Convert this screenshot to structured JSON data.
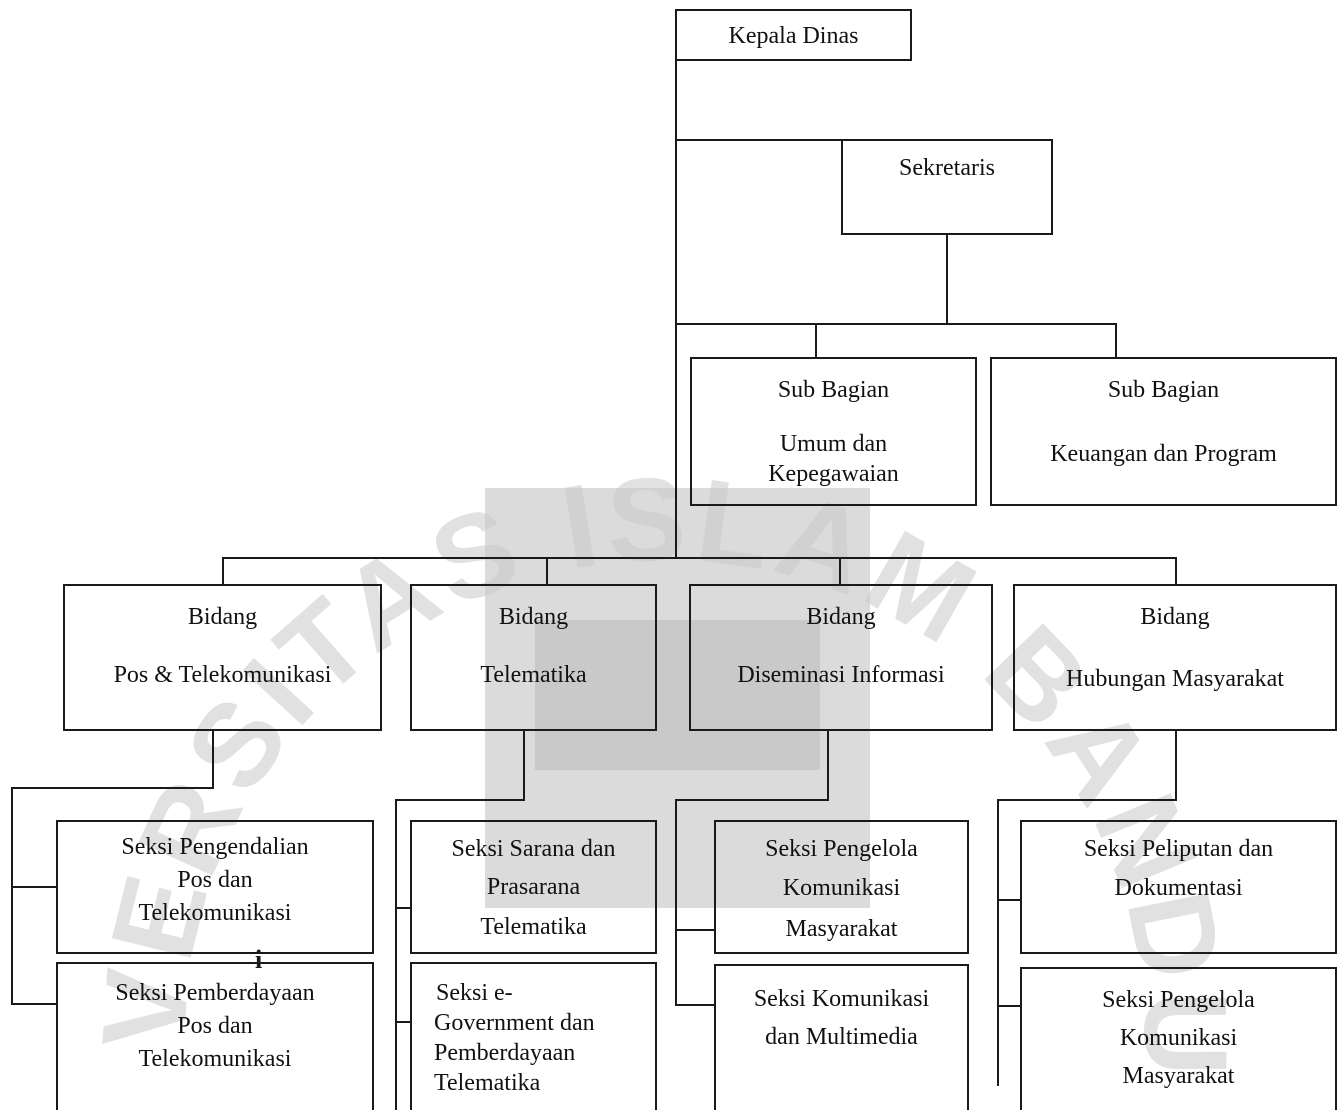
{
  "chart": {
    "head": "Kepala Dinas",
    "secretary": "Sekretaris",
    "sub_bagian": [
      {
        "title": "Sub Bagian",
        "lines": [
          "Umum dan",
          "Kepegawaian"
        ]
      },
      {
        "title": "Sub Bagian",
        "lines": [
          "Keuangan dan Program"
        ]
      }
    ],
    "bidang": [
      {
        "title": "Bidang",
        "name": "Pos & Telekomunikasi",
        "seksi": [
          {
            "lines": [
              "Seksi Pengendalian",
              "Pos dan",
              "Telekomunikasi"
            ]
          },
          {
            "lines": [
              "Seksi Pemberdayaan",
              "Pos dan",
              "Telekomunikasi"
            ]
          }
        ]
      },
      {
        "title": "Bidang",
        "name": "Telematika",
        "seksi": [
          {
            "lines": [
              "Seksi Sarana dan",
              "Prasarana",
              "Telematika"
            ]
          },
          {
            "lines": [
              "Seksi e-",
              "Government dan",
              "Pemberdayaan",
              "Telematika"
            ]
          }
        ]
      },
      {
        "title": "Bidang",
        "name": "Diseminasi Informasi",
        "seksi": [
          {
            "lines": [
              "Seksi Pengelola",
              "Komunikasi",
              "Masyarakat"
            ]
          },
          {
            "lines": [
              "Seksi Komunikasi",
              "dan Multimedia"
            ]
          }
        ]
      },
      {
        "title": "Bidang",
        "name": "Hubungan Masyarakat",
        "seksi": [
          {
            "lines": [
              "Seksi Peliputan dan",
              "Dokumentasi"
            ]
          },
          {
            "lines": [
              "Seksi Pengelola",
              "Komunikasi",
              "Masyarakat"
            ]
          }
        ]
      }
    ]
  },
  "watermark": {
    "text": "UNIVERSITAS ISLAM BANDUNG",
    "color": "#c9c9c9",
    "emblem_color": "#bdbdbd"
  },
  "stray_mark": "i"
}
